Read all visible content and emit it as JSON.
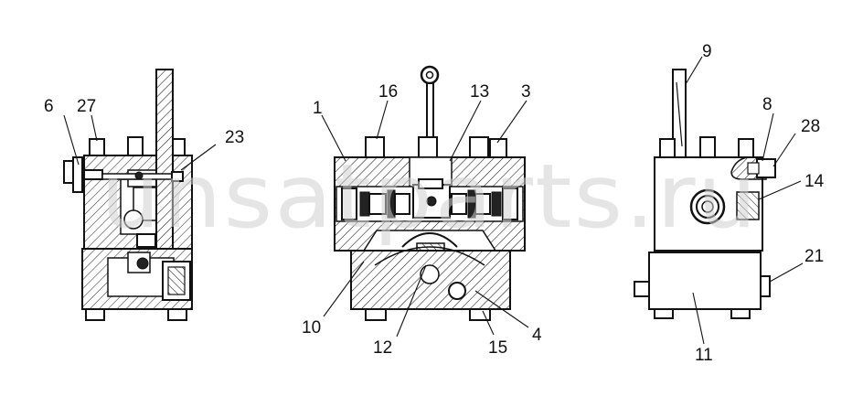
{
  "watermark": "unsatparts.ru",
  "callouts": {
    "c1": "1",
    "c3": "3",
    "c4": "4",
    "c6": "6",
    "c8": "8",
    "c9": "9",
    "c10": "10",
    "c11": "11",
    "c12": "12",
    "c13": "13",
    "c14": "14",
    "c15": "15",
    "c16": "16",
    "c21": "21",
    "c23": "23",
    "c27": "27",
    "c28": "28"
  }
}
